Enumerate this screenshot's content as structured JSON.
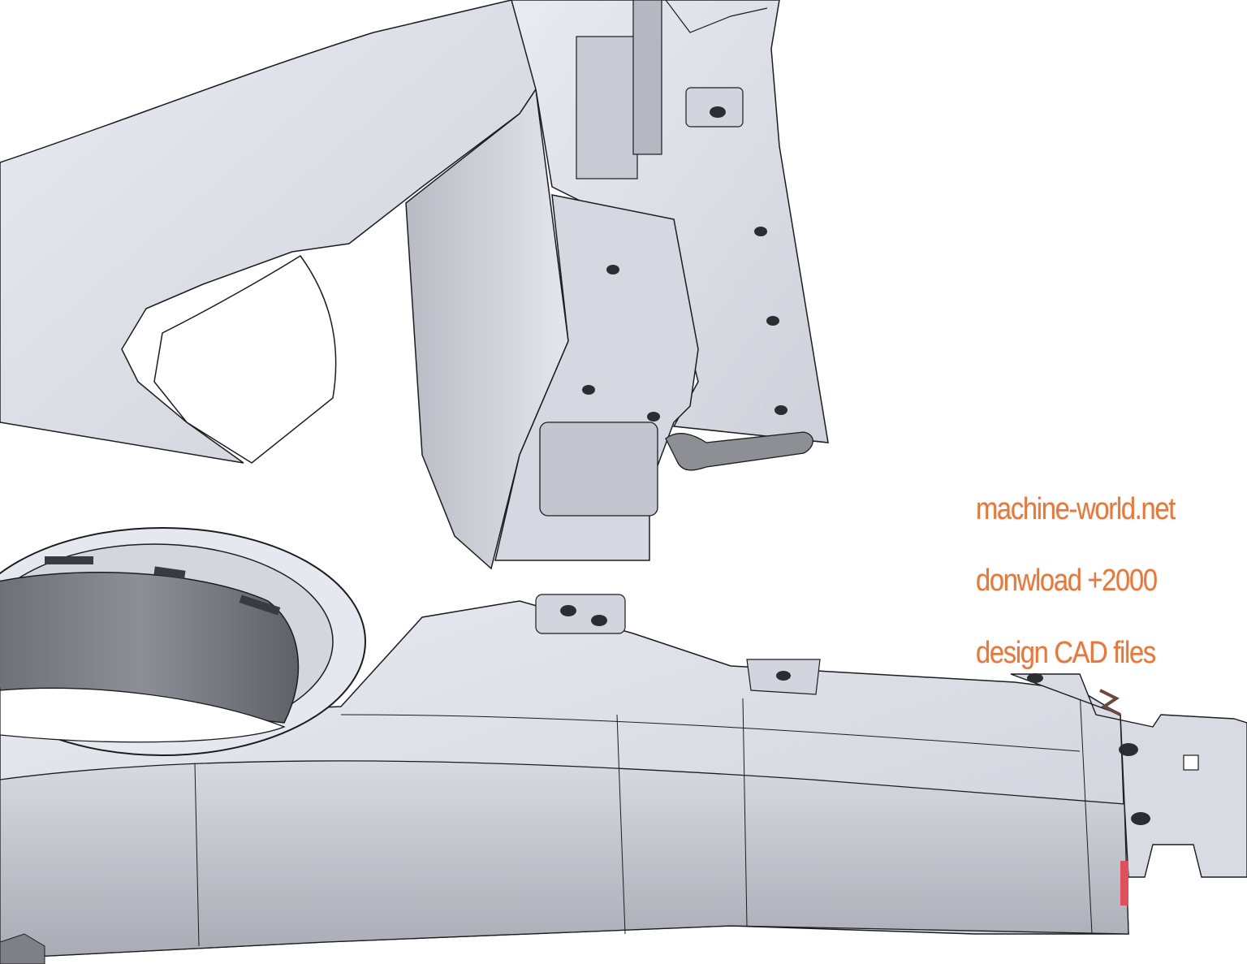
{
  "image": {
    "subject": "CAD render of automotive suspension lower control arm (sheet-metal part) with mounting brackets",
    "colors": {
      "background": "#ffffff",
      "part_surface": "#dfe1ea",
      "part_shadow": "#8e9099",
      "edge_lines": "#1c1c1f",
      "watermark": "#e07a3f",
      "accent_red": "#e0505a"
    }
  },
  "watermark": {
    "line1": "machine-world.net",
    "line2": "donwload +2000",
    "line3": "design CAD files"
  }
}
